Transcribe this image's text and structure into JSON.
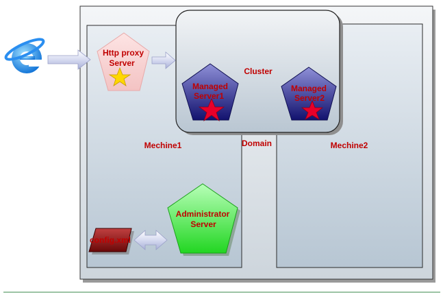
{
  "labels": {
    "http_proxy": [
      "Http proxy",
      "Server"
    ],
    "cluster": "Cluster",
    "managed_server1": [
      "Managed",
      "Server1"
    ],
    "managed_server2": [
      "Managed",
      "Server2"
    ],
    "machine1": "Mechine1",
    "machine2": "Mechine2",
    "domain": "Domain",
    "admin_server": [
      "Administrator",
      "Server"
    ],
    "config_file": "config.xml"
  },
  "colors": {
    "label_text": "#c00000",
    "proxy_fill": "#f8d4d4",
    "managed_fill": "#2a2a8a",
    "admin_fill": "#3be03b",
    "config_fill": "#8b1010",
    "arrow_fill": "#d8dcf2",
    "star_yellow": "#ffd700",
    "star_red": "#e8002a",
    "browser_icon": "#1e90ff",
    "bottom_rule": "#3a8a4a"
  },
  "icons": {
    "browser": "internet-explorer-icon",
    "star_proxy": "star-icon",
    "star_managed": "star-icon"
  }
}
